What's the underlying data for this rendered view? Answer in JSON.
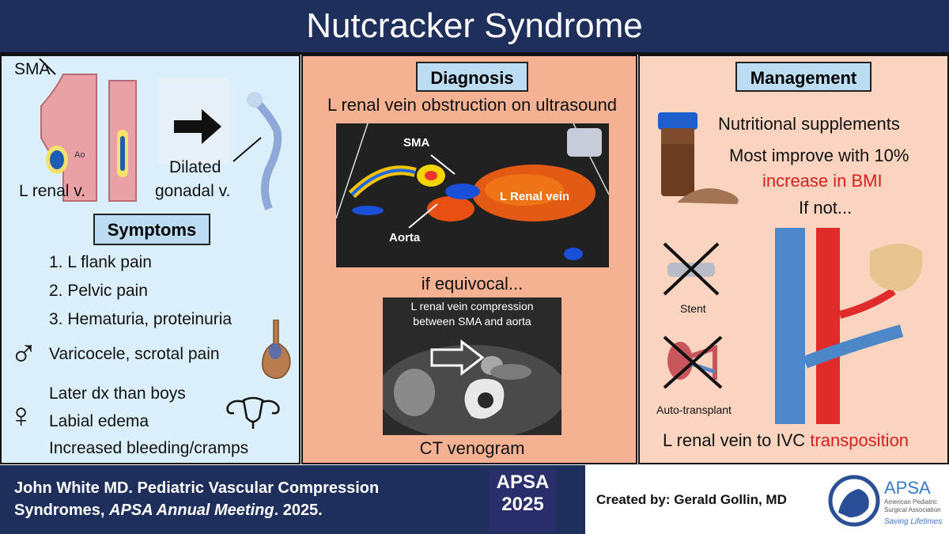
{
  "title": "Nutcracker Syndrome",
  "left": {
    "anatomy_labels": {
      "sma": "SMA",
      "ao": "Ao",
      "renal": "L renal v.",
      "dilated": "Dilated",
      "gonadal": "gonadal v."
    },
    "symptoms_header": "Symptoms",
    "symptoms": [
      "1. L flank pain",
      "2. Pelvic pain",
      "3. Hematuria, proteinuria"
    ],
    "male_symbol": "♂",
    "male_text": "Varicocele, scrotal pain",
    "female_symbol": "♀",
    "female_items": [
      "Later dx than boys",
      "Labial edema",
      "Increased bleeding/cramps"
    ]
  },
  "middle": {
    "header": "Diagnosis",
    "subtitle": "L renal vein obstruction on ultrasound",
    "us_labels": {
      "sma": "SMA",
      "renal": "L Renal vein",
      "aorta": "Aorta"
    },
    "equivocal": "if equivocal...",
    "ct_caption_line1": "L renal vein compression",
    "ct_caption_line2": "between SMA and aorta",
    "ct_title": "CT venogram"
  },
  "right": {
    "header": "Management",
    "nutrition": "Nutritional supplements",
    "improve": "Most improve with 10%",
    "bmi": "increase in BMI",
    "ifnot": "If not...",
    "stent": "Stent",
    "autotransplant": "Auto-transplant",
    "transposition_prefix": "L renal vein to IVC",
    "transposition_red": "transposition"
  },
  "footer": {
    "citation_line1": "John White MD. Pediatric Vascular Compression",
    "citation_line2a": "Syndromes,",
    "citation_italic": "APSA Annual Meeting",
    "citation_line2b": ". 2025.",
    "apsa_badge_1": "APSA",
    "apsa_badge_2": "2025",
    "created_by": "Created by: Gerald Gollin, MD",
    "logo_name": "APSA",
    "logo_sub1": "American Pediatric",
    "logo_sub2": "Surgical Association",
    "logo_tagline": "Saving Lifetimes"
  },
  "colors": {
    "navy": "#1f2f5c",
    "left_bg": "#dbeffa",
    "mid_bg": "#f4b293",
    "right_bg": "#fbd4c0",
    "accent_red": "#d81e1e",
    "header_box_left": "#bcdcf2",
    "header_box_mid": "#bcdcf2"
  }
}
